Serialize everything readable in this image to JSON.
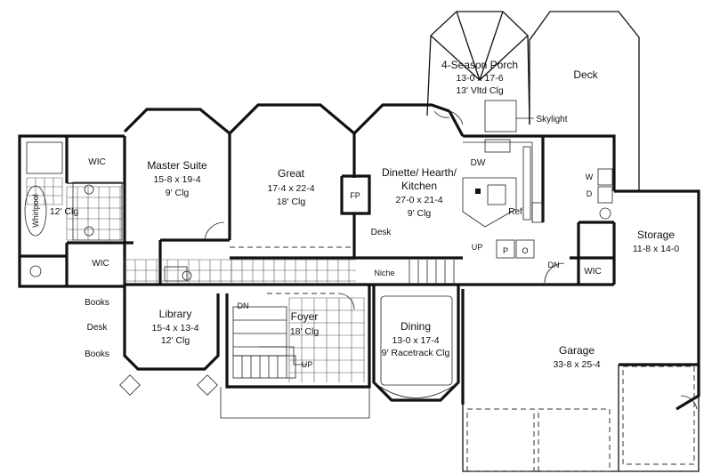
{
  "rooms": {
    "porch": {
      "name": "4-Season Porch",
      "dims": "13-0 x 17-6",
      "ceiling": "13' Vltd Clg"
    },
    "deck": {
      "name": "Deck"
    },
    "master": {
      "name": "Master Suite",
      "dims": "15-8 x 19-4",
      "ceiling": "9' Clg"
    },
    "great": {
      "name": "Great",
      "dims": "17-4 x 22-4",
      "ceiling": "18' Clg"
    },
    "dinette": {
      "name1": "Dinette/ Hearth/",
      "name2": "Kitchen",
      "dims": "27-0 x 21-4",
      "ceiling": "9' Clg"
    },
    "storage": {
      "name": "Storage",
      "dims": "11-8 x 14-0"
    },
    "library": {
      "name": "Library",
      "dims": "15-4 x 13-4",
      "ceiling": "12' Clg"
    },
    "foyer": {
      "name": "Foyer",
      "ceiling": "18' Clg"
    },
    "dining": {
      "name": "Dining",
      "dims": "13-0 x 17-4",
      "ceiling": "9' Racetrack Clg"
    },
    "garage": {
      "name": "Garage",
      "dims": "33-8 x 25-4"
    },
    "bath": {
      "ceiling": "12' Clg",
      "tub": "Whirlpool"
    }
  },
  "labels": {
    "wic1": "WIC",
    "wic2": "WIC",
    "wic3": "WIC",
    "skylight": "Skylight",
    "dw": "DW",
    "fp": "FP",
    "desk_kitchen": "Desk",
    "ref": "Ref",
    "up_kitchen": "UP",
    "pantry_p": "P",
    "pantry_o": "O",
    "dn_garage": "DN",
    "niche": "Niche",
    "washer": "W",
    "dryer": "D",
    "books1": "Books",
    "desk_library": "Desk",
    "books2": "Books",
    "dn_foyer": "DN",
    "up_foyer": "UP"
  }
}
